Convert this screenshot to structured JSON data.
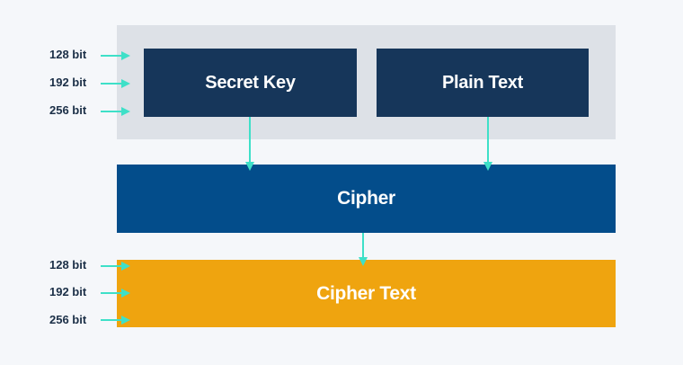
{
  "diagram": {
    "input_bits": [
      "128 bit",
      "192 bit",
      "256 bit"
    ],
    "output_bits": [
      "128 bit",
      "192 bit",
      "256 bit"
    ],
    "secret_key_label": "Secret Key",
    "plain_text_label": "Plain Text",
    "cipher_label": "Cipher",
    "cipher_text_label": "Cipher Text"
  },
  "colors": {
    "background": "#f5f7fa",
    "panel": "#dde1e7",
    "dark_box": "#16365a",
    "cipher_box": "#034d8b",
    "cipher_text_box": "#efa40f",
    "arrow": "#3ee0c8",
    "label_text": "#1b2f47"
  }
}
